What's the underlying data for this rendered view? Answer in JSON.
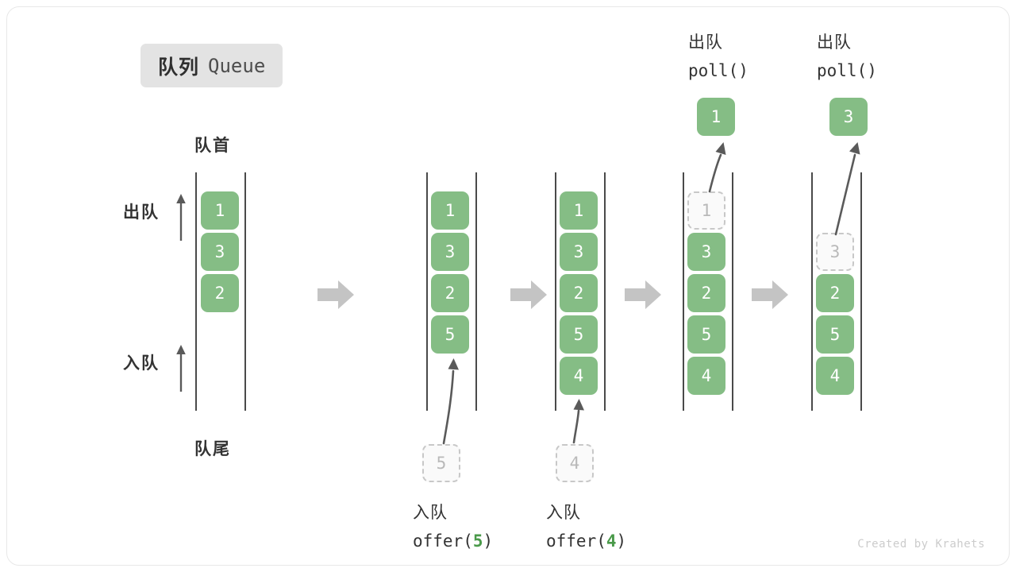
{
  "title": {
    "zh": "队列",
    "en": "Queue"
  },
  "labels": {
    "head": "队首",
    "tail": "队尾",
    "dequeue_side": "出队",
    "enqueue_side": "入队"
  },
  "colors": {
    "element": "#85bd85",
    "ghost_fill": "#fafafa",
    "ghost_border": "#c8c8c8",
    "rail": "#4a4a4a",
    "step_arrow": "#c4c4c4",
    "badge_bg": "#e3e3e3",
    "accent_text": "#4a9a4a"
  },
  "stacks": [
    {
      "name": "initial",
      "cells": [
        {
          "value": "1",
          "state": "filled"
        },
        {
          "value": "3",
          "state": "filled"
        },
        {
          "value": "2",
          "state": "filled"
        }
      ]
    },
    {
      "name": "after-offer-5",
      "cells": [
        {
          "value": "1",
          "state": "filled"
        },
        {
          "value": "3",
          "state": "filled"
        },
        {
          "value": "2",
          "state": "filled"
        },
        {
          "value": "5",
          "state": "filled"
        }
      ]
    },
    {
      "name": "after-offer-4",
      "cells": [
        {
          "value": "1",
          "state": "filled"
        },
        {
          "value": "3",
          "state": "filled"
        },
        {
          "value": "2",
          "state": "filled"
        },
        {
          "value": "5",
          "state": "filled"
        },
        {
          "value": "4",
          "state": "filled"
        }
      ]
    },
    {
      "name": "poll-1",
      "cells": [
        {
          "value": "1",
          "state": "ghost"
        },
        {
          "value": "3",
          "state": "filled"
        },
        {
          "value": "2",
          "state": "filled"
        },
        {
          "value": "5",
          "state": "filled"
        },
        {
          "value": "4",
          "state": "filled"
        }
      ]
    },
    {
      "name": "poll-3",
      "cells": [
        {
          "value": "3",
          "state": "ghost"
        },
        {
          "value": "2",
          "state": "filled"
        },
        {
          "value": "5",
          "state": "filled"
        },
        {
          "value": "4",
          "state": "filled"
        }
      ]
    }
  ],
  "incoming": [
    {
      "value": "5",
      "caption_zh": "入队",
      "caption_fn_pre": "offer(",
      "caption_fn_val": "5",
      "caption_fn_post": ")"
    },
    {
      "value": "4",
      "caption_zh": "入队",
      "caption_fn_pre": "offer(",
      "caption_fn_val": "4",
      "caption_fn_post": ")"
    }
  ],
  "outgoing": [
    {
      "value": "1",
      "caption_zh": "出队",
      "caption_fn": "poll()"
    },
    {
      "value": "3",
      "caption_zh": "出队",
      "caption_fn": "poll()"
    }
  ],
  "credit": "Created by Krahets"
}
